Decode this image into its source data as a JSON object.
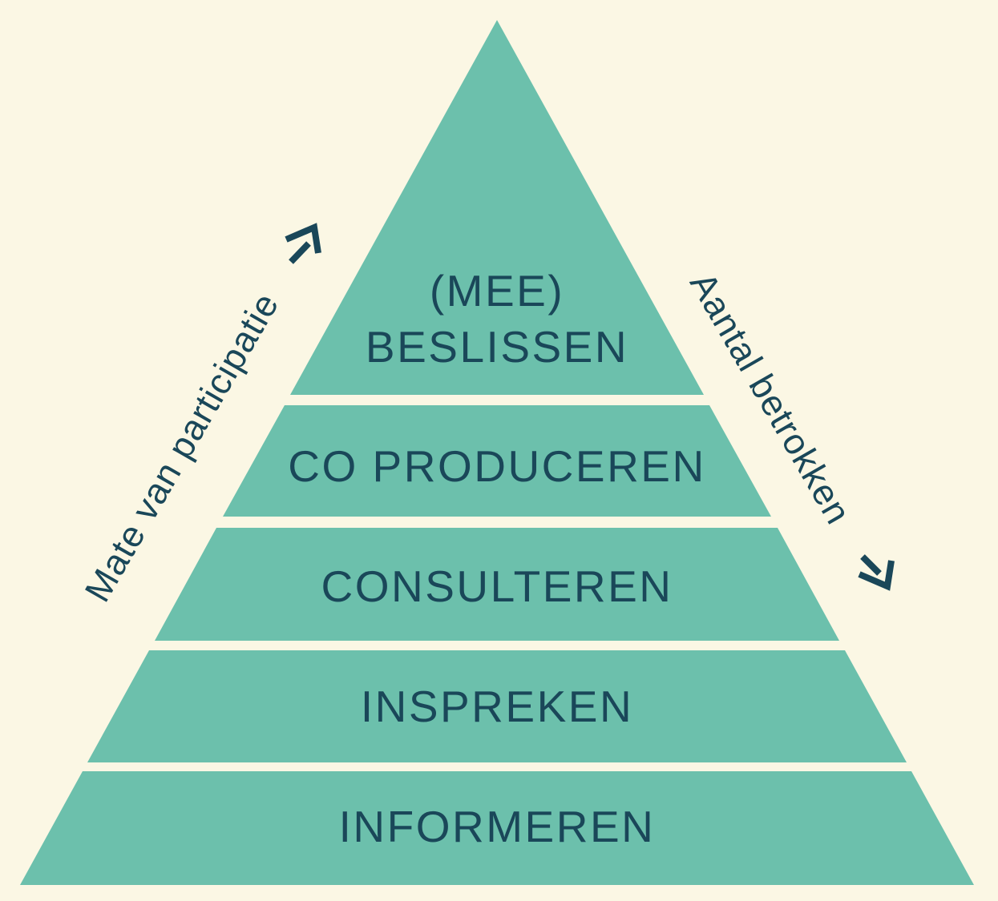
{
  "colors": {
    "background": "#FBF7E4",
    "pyramid": "#6CC0AC",
    "text": "#1A4759"
  },
  "pyramid": {
    "levels": [
      {
        "name": "mee-beslissen",
        "line1": "(MEE)",
        "line2": "BESLISSEN"
      },
      {
        "name": "co-produceren",
        "label": "CO PRODUCEREN"
      },
      {
        "name": "consulteren",
        "label": "CONSULTEREN"
      },
      {
        "name": "inspreken",
        "label": "INSPREKEN"
      },
      {
        "name": "informeren",
        "label": "INFORMEREN"
      }
    ]
  },
  "axes": {
    "left": {
      "label": "Mate van participatie",
      "arrow_icon": "arrow-up-right"
    },
    "right": {
      "label": "Aantal betrokken",
      "arrow_icon": "arrow-down-right"
    }
  }
}
